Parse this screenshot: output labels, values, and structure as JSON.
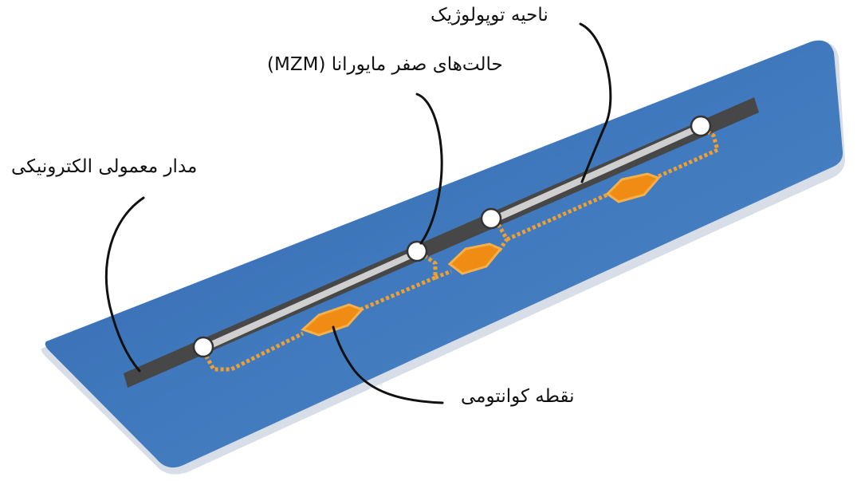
{
  "labels": {
    "topological_region": "ناحیه توپولوژیک",
    "mzm": "حالت‌های صفر مایورانا (MZM)",
    "normal_circuit": "مدار معمولی الکترونیکی",
    "quantum_dot": "نقطه کوانتومی"
  },
  "colors": {
    "substrate": "#3f74b8",
    "substrate_edge": "#d6dde8",
    "wire": "#474747",
    "topological_strip": "#d0d0d0",
    "quantum_dot": "#f08c14",
    "dotted_path": "#f0a030",
    "mzm_marker": "#ffffff",
    "leader_line": "#111111"
  }
}
